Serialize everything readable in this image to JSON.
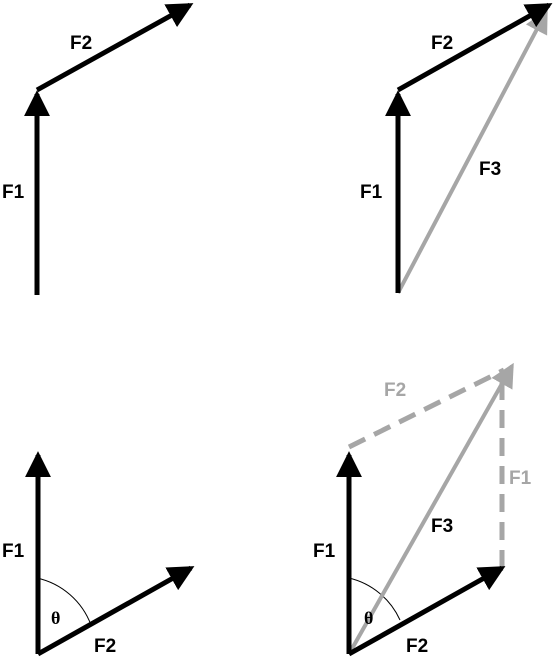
{
  "colors": {
    "primary": "#000000",
    "resultant": "#a6a6a6"
  },
  "panels": {
    "tip_to_tail": {
      "f1_label": "F1",
      "f2_label": "F2"
    },
    "tip_to_tail_resultant": {
      "f1_label": "F1",
      "f2_label": "F2",
      "f3_label": "F3"
    },
    "angle": {
      "f1_label": "F1",
      "f2_label": "F2",
      "theta_label": "θ"
    },
    "parallelogram": {
      "f1_label": "F1",
      "f2_label": "F2",
      "f3_label": "F3",
      "theta_label": "θ",
      "f1_shifted_label": "F1",
      "f2_shifted_label": "F2"
    }
  }
}
